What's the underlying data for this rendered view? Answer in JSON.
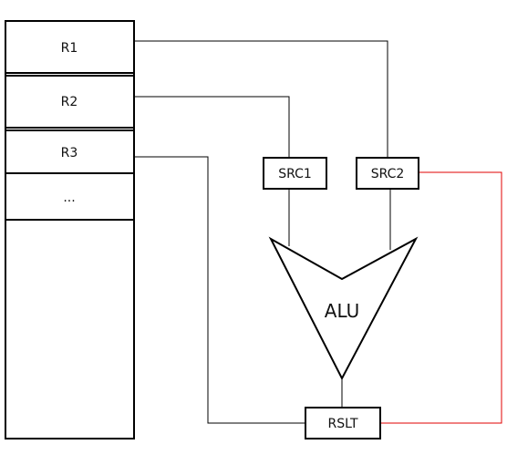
{
  "register_file": {
    "registers": [
      {
        "label": "R1"
      },
      {
        "label": "R2"
      },
      {
        "label": "R3"
      },
      {
        "label": "..."
      }
    ]
  },
  "src1": {
    "label": "SRC1"
  },
  "src2": {
    "label": "SRC2"
  },
  "alu": {
    "label": "ALU"
  },
  "rslt": {
    "label": "RSLT"
  },
  "colors": {
    "wire": "#000000",
    "feedback_wire": "#e00000"
  }
}
